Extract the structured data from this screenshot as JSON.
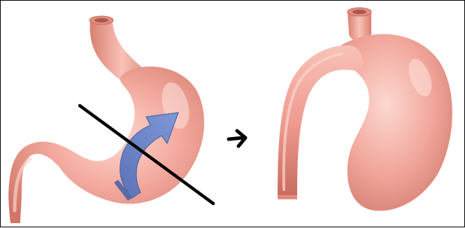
{
  "diagram": {
    "panels": [
      {
        "name": "original-stomach",
        "features": [
          "esophagus",
          "stomach-body",
          "duodenum",
          "resection-line",
          "rotation-arrow"
        ]
      },
      {
        "name": "modified-stomach",
        "features": [
          "esophagus",
          "gastric-tube",
          "stomach-pouch"
        ]
      }
    ],
    "transition": "arrow-right",
    "colors": {
      "tissue": "#ef9c92",
      "tissue_highlight": "#fcd8d0",
      "tissue_shadow": "#d27567",
      "lumen_opening": "#a85a50",
      "cut_line": "#000000",
      "rotation_arrow": "#6f88c8",
      "rotation_arrow_dark": "#4c64a6",
      "border": "#000000"
    }
  }
}
